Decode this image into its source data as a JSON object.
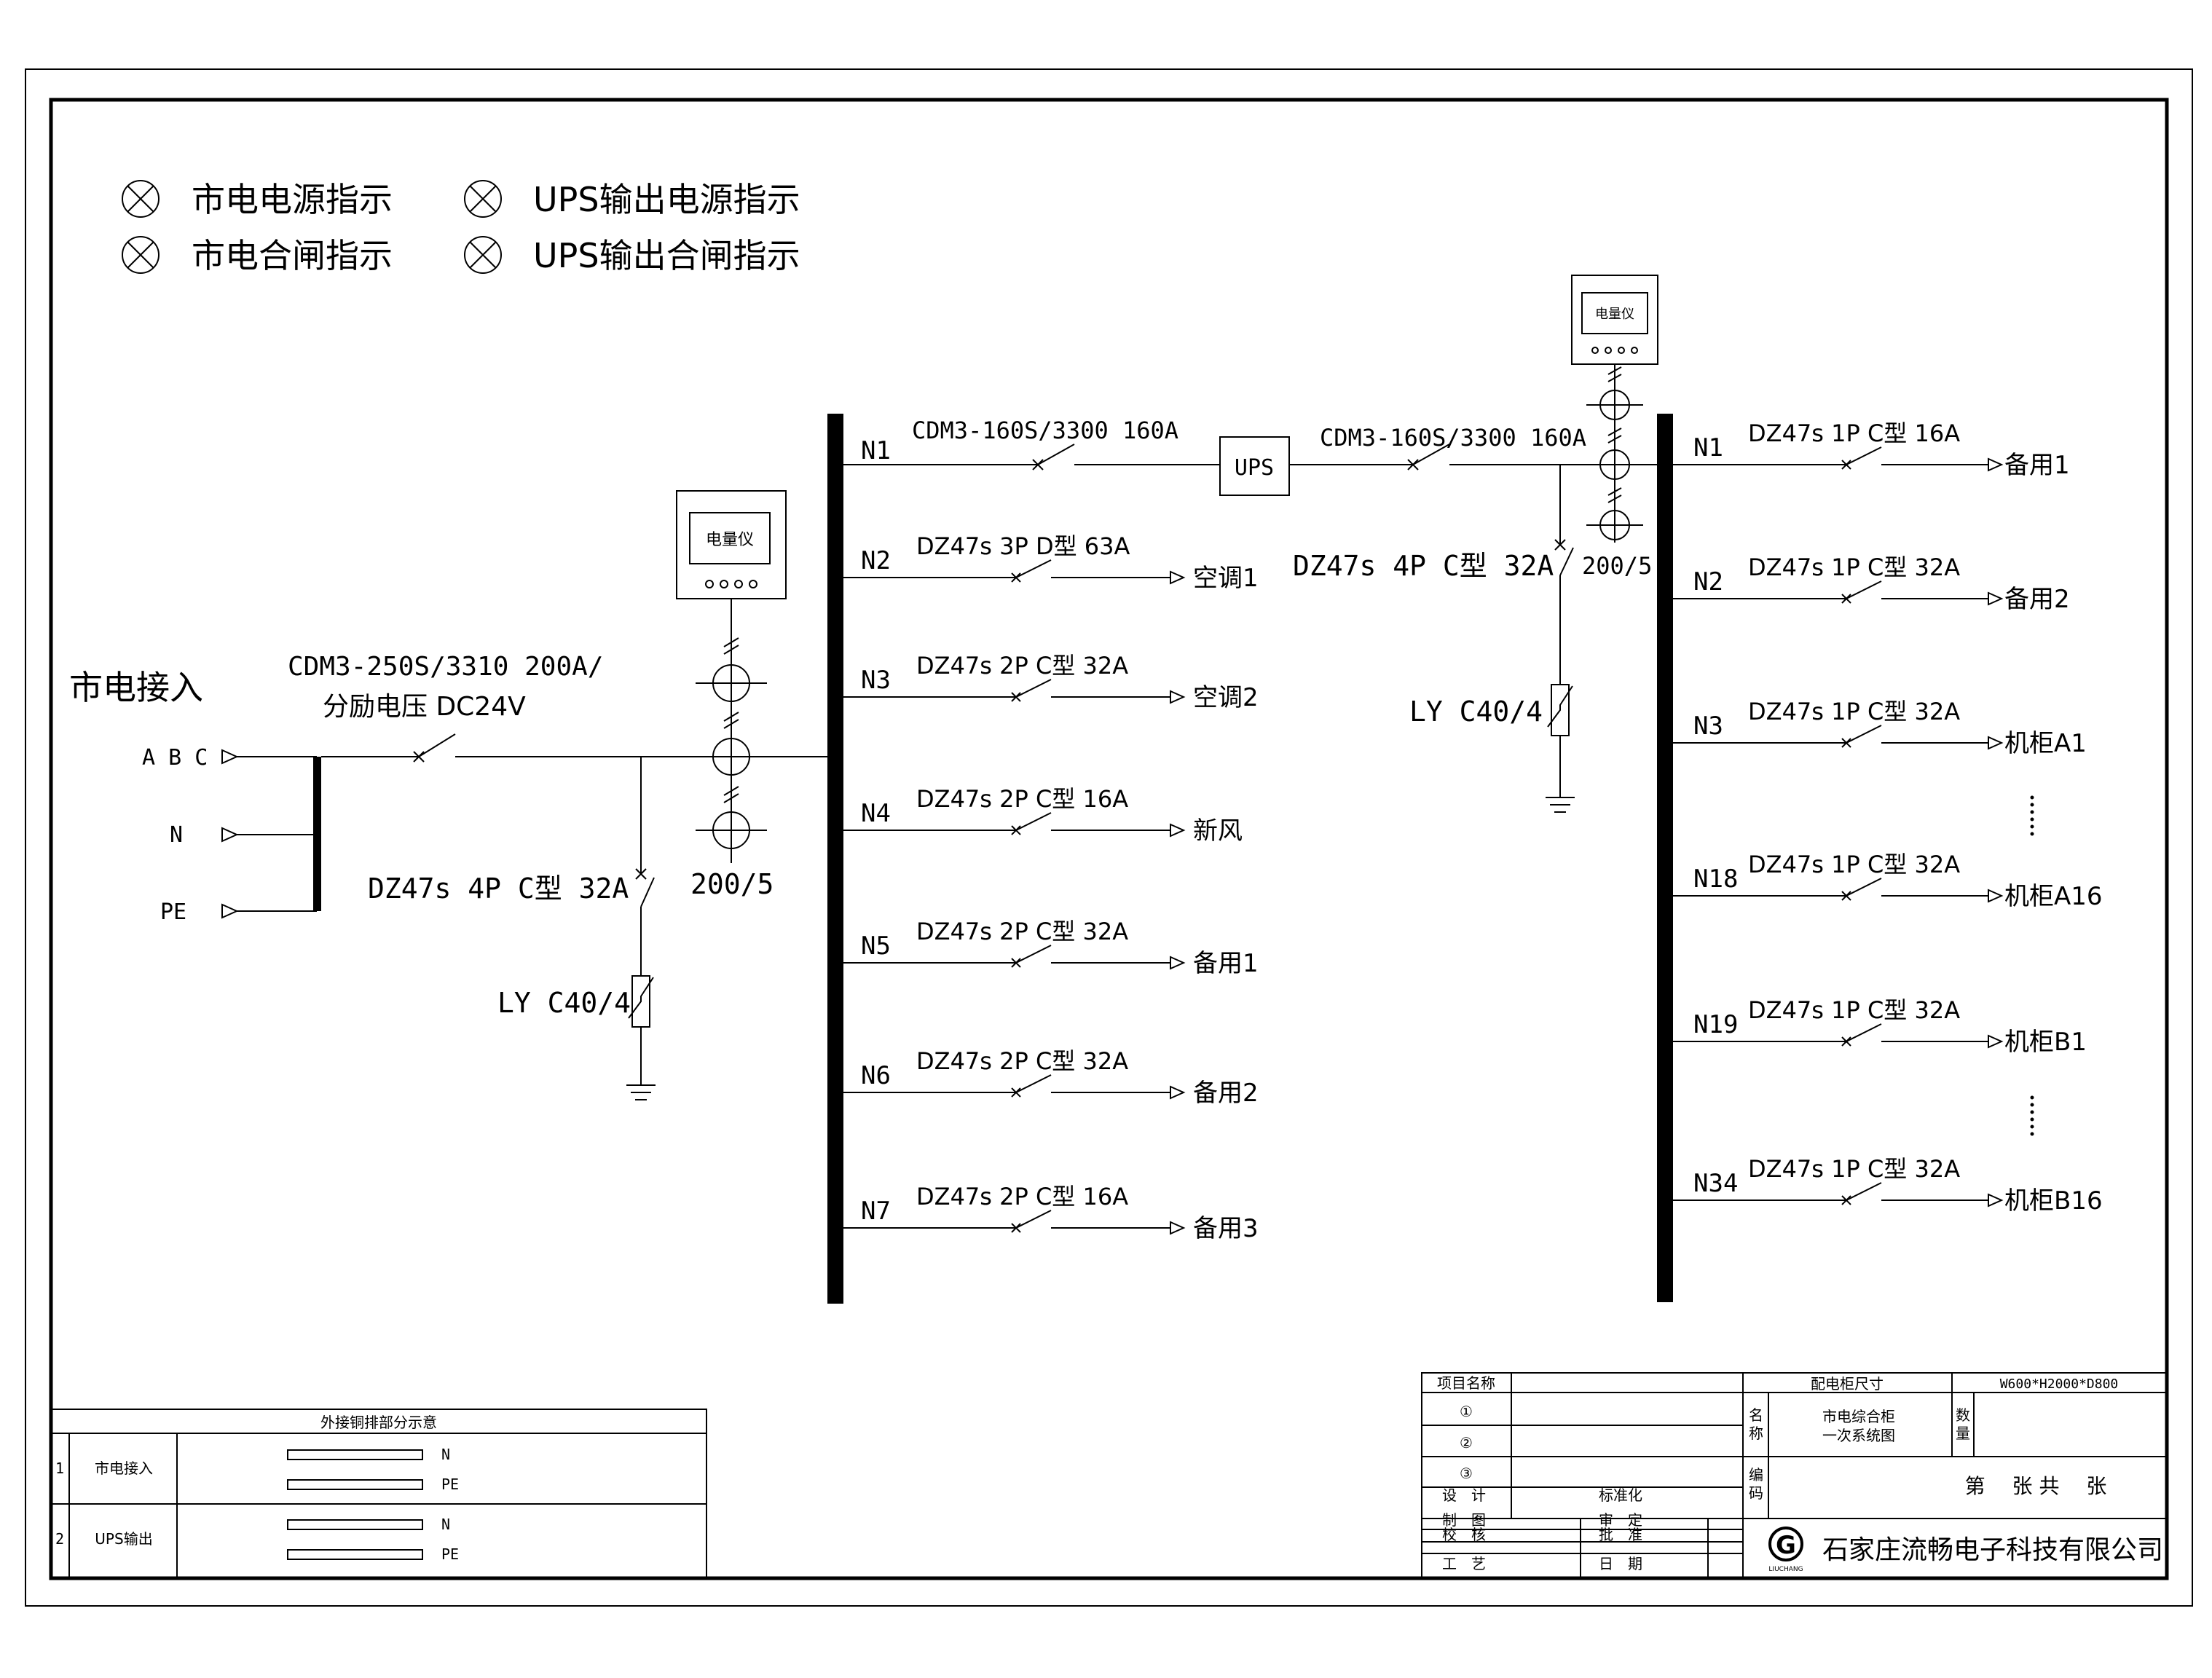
{
  "legend": [
    {
      "text": "市电电源指示",
      "icon": "indicator-lamp-icon"
    },
    {
      "text": "UPS输出电源指示",
      "icon": "indicator-lamp-icon"
    },
    {
      "text": "市电合闸指示",
      "icon": "indicator-lamp-icon"
    },
    {
      "text": "UPS输出合闸指示",
      "icon": "indicator-lamp-icon"
    }
  ],
  "mains": {
    "title": "市电接入",
    "phases": "A B C",
    "neutral": "N",
    "earth": "PE",
    "breaker_line1": "CDM3-250S/3310 200A/",
    "breaker_line2": "分励电压 DC24V",
    "meter": "电量仪",
    "ct_ratio": "200/5",
    "spd_breaker": "DZ47s 4P C型 32A",
    "arrester": "LY C40/4"
  },
  "mains_feeders": [
    {
      "id": "N1",
      "breaker": "CDM3-160S/3300 160A",
      "load": "UPS"
    },
    {
      "id": "N2",
      "breaker": "DZ47s 3P D型 63A",
      "load": "空调1"
    },
    {
      "id": "N3",
      "breaker": "DZ47s 2P C型 32A",
      "load": "空调2"
    },
    {
      "id": "N4",
      "breaker": "DZ47s 2P C型 16A",
      "load": "新风"
    },
    {
      "id": "N5",
      "breaker": "DZ47s 2P C型 32A",
      "load": "备用1"
    },
    {
      "id": "N6",
      "breaker": "DZ47s 2P C型 32A",
      "load": "备用2"
    },
    {
      "id": "N7",
      "breaker": "DZ47s 2P C型 16A",
      "load": "备用3"
    }
  ],
  "ups": {
    "label": "UPS",
    "breaker": "CDM3-160S/3300 160A",
    "meter": "电量仪",
    "ct_ratio": "200/5",
    "spd_breaker": "DZ47s 4P C型 32A",
    "arrester": "LY C40/4"
  },
  "ups_feeders": [
    {
      "id": "N1",
      "breaker": "DZ47s 1P C型 16A",
      "load": "备用1"
    },
    {
      "id": "N2",
      "breaker": "DZ47s 1P C型 32A",
      "load": "备用2"
    },
    {
      "id": "N3",
      "breaker": "DZ47s 1P C型 32A",
      "load": "机柜A1"
    },
    {
      "id": "N18",
      "breaker": "DZ47s 1P C型 32A",
      "load": "机柜A16"
    },
    {
      "id": "N19",
      "breaker": "DZ47s 1P C型 32A",
      "load": "机柜B1"
    },
    {
      "id": "N34",
      "breaker": "DZ47s 1P C型 32A",
      "load": "机柜B16"
    }
  ],
  "copper_table": {
    "title": "外接铜排部分示意",
    "rows": [
      {
        "no": "1",
        "name": "市电接入",
        "bars": [
          "N",
          "PE"
        ]
      },
      {
        "no": "2",
        "name": "UPS输出",
        "bars": [
          "N",
          "PE"
        ]
      }
    ]
  },
  "title_block": {
    "project_label": "项目名称",
    "size_label": "配电柜尺寸",
    "size_value": "W600*H2000*D800",
    "circles": [
      "①",
      "②",
      "③"
    ],
    "name_label_1": "名",
    "name_label_2": "称",
    "name_value_1": "市电综合柜",
    "name_value_2": "一次系统图",
    "qty_label_1": "数",
    "qty_label_2": "量",
    "code_label_1": "编",
    "code_label_2": "码",
    "sheet_text": "第　 张 共　 张",
    "roles_left": [
      "设　计",
      "制　图",
      "校　核",
      "工　艺"
    ],
    "roles_right": [
      "标准化",
      "审　定",
      "批　准",
      "日　期"
    ],
    "company": "石家庄流畅电子科技有限公司",
    "logo_letter": "G",
    "logo_text": "LIUCHANG"
  }
}
